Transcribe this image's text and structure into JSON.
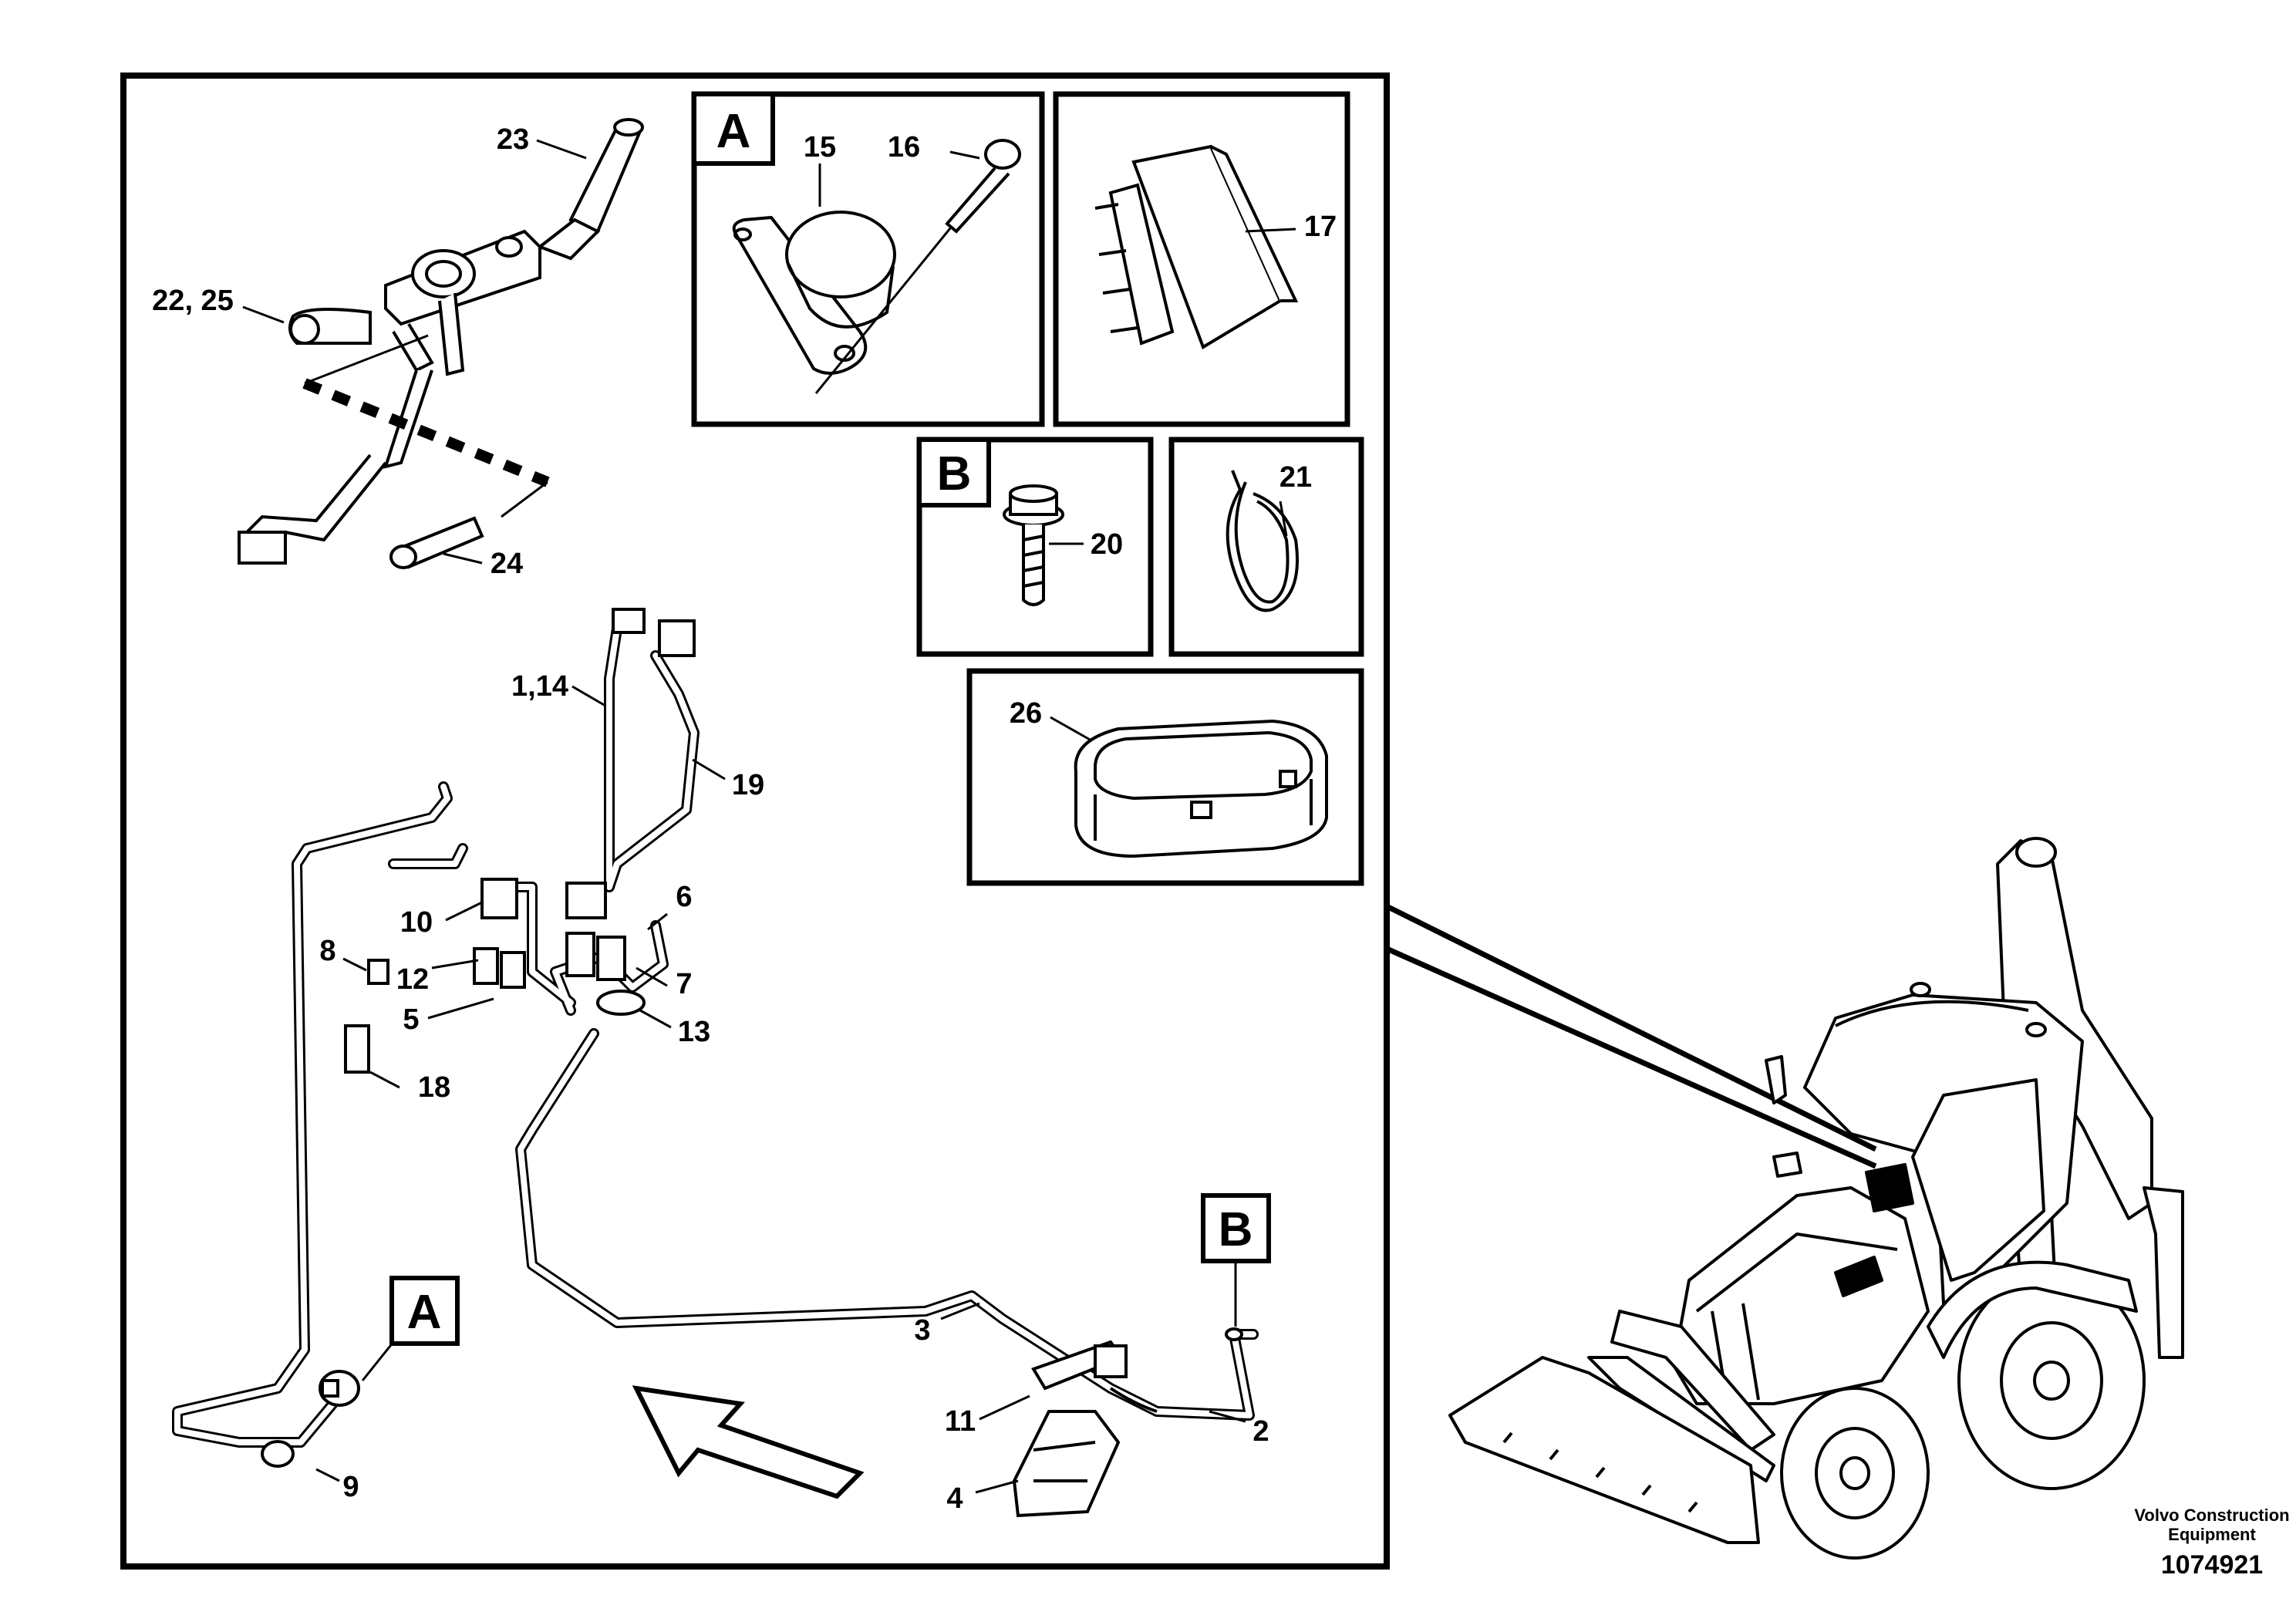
{
  "callouts": {
    "c1_14": "1,14",
    "c2": "2",
    "c3": "3",
    "c4": "4",
    "c5": "5",
    "c6": "6",
    "c7": "7",
    "c8": "8",
    "c9": "9",
    "c10": "10",
    "c11": "11",
    "c12": "12",
    "c13": "13",
    "c15": "15",
    "c16": "16",
    "c17": "17",
    "c18": "18",
    "c19": "19",
    "c20": "20",
    "c21": "21",
    "c22_25": "22, 25",
    "c23": "23",
    "c24": "24",
    "c26": "26"
  },
  "reference_labels": {
    "a_panel": "A",
    "a_main": "A",
    "b_panel": "B",
    "b_main": "B"
  },
  "footer": {
    "brand_line1": "Volvo Construction",
    "brand_line2": "Equipment",
    "document_number": "1074921"
  }
}
